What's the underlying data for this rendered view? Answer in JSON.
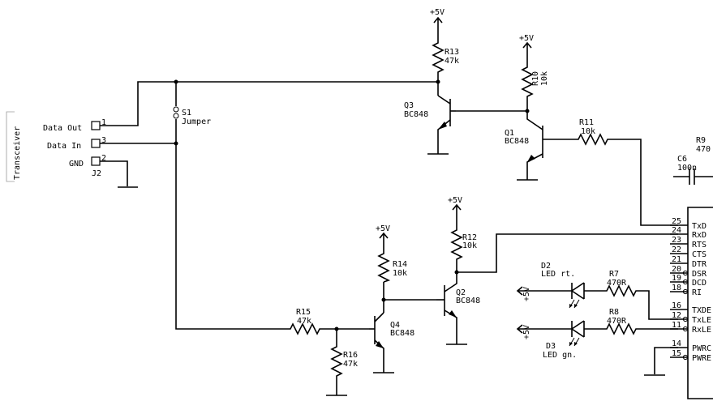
{
  "connector": {
    "side_label": "Transceiver",
    "ref": "J2",
    "pins": [
      {
        "label": "Data Out",
        "num": "1"
      },
      {
        "label": "Data In",
        "num": "3"
      },
      {
        "label": "GND",
        "num": "2"
      }
    ]
  },
  "jumper": {
    "ref": "S1",
    "name": "Jumper"
  },
  "supply_label": "+5V",
  "transistors": [
    {
      "ref": "Q3",
      "type": "BC848"
    },
    {
      "ref": "Q1",
      "type": "BC848"
    },
    {
      "ref": "Q2",
      "type": "BC848"
    },
    {
      "ref": "Q4",
      "type": "BC848"
    }
  ],
  "resistors": [
    {
      "ref": "R13",
      "value": "47k"
    },
    {
      "ref": "R10",
      "value": "10k"
    },
    {
      "ref": "R11",
      "value": "10k"
    },
    {
      "ref": "R9",
      "value": "470"
    },
    {
      "ref": "R12",
      "value": "10k"
    },
    {
      "ref": "R14",
      "value": "10k"
    },
    {
      "ref": "R15",
      "value": "47k"
    },
    {
      "ref": "R16",
      "value": "47k"
    },
    {
      "ref": "R7",
      "value": "470R"
    },
    {
      "ref": "R8",
      "value": "470R"
    }
  ],
  "capacitor": {
    "ref": "C6",
    "value": "100n"
  },
  "leds": [
    {
      "ref": "D2",
      "label": "LED rt."
    },
    {
      "ref": "D3",
      "label": "LED gn."
    }
  ],
  "ic_pins": [
    {
      "num": "25",
      "name": "TxD"
    },
    {
      "num": "24",
      "name": "RxD"
    },
    {
      "num": "23",
      "name": "RTS"
    },
    {
      "num": "22",
      "name": "CTS"
    },
    {
      "num": "21",
      "name": "DTR"
    },
    {
      "num": "20",
      "name": "DSR"
    },
    {
      "num": "19",
      "name": "DCD"
    },
    {
      "num": "18",
      "name": "RI"
    },
    {
      "num": "16",
      "name": "TXDE"
    },
    {
      "num": "12",
      "name": "TxLE"
    },
    {
      "num": "11",
      "name": "RxLE"
    },
    {
      "num": "14",
      "name": "PWRC"
    },
    {
      "num": "15",
      "name": "PWRE"
    }
  ]
}
